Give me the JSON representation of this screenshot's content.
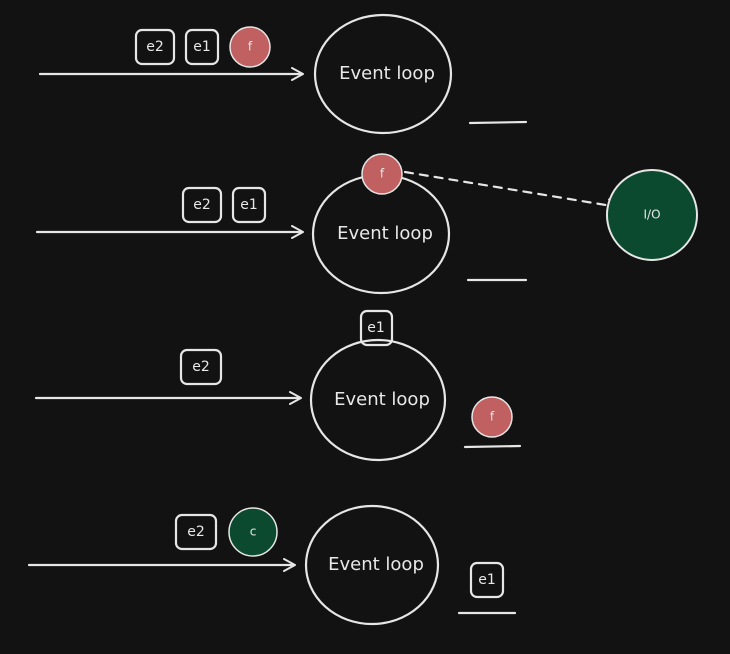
{
  "colors": {
    "background": "#121212",
    "stroke": "#e6e6e6",
    "function_fill": "#c06060",
    "io_fill": "#0b4a2e",
    "callback_fill": "#0b4a2e"
  },
  "rows": [
    {
      "loop_label": "Event loop",
      "queue": [
        {
          "kind": "box",
          "label": "e2"
        },
        {
          "kind": "box",
          "label": "e1"
        },
        {
          "kind": "circle",
          "label": "f",
          "color": "#c06060"
        }
      ]
    },
    {
      "loop_label": "Event loop",
      "queue": [
        {
          "kind": "box",
          "label": "e2"
        },
        {
          "kind": "box",
          "label": "e1"
        }
      ],
      "on_loop": {
        "kind": "circle",
        "label": "f",
        "color": "#c06060"
      },
      "io": {
        "label": "I/O",
        "color": "#0b4a2e"
      }
    },
    {
      "loop_label": "Event loop",
      "queue": [
        {
          "kind": "box",
          "label": "e2"
        }
      ],
      "on_loop": {
        "kind": "box",
        "label": "e1"
      },
      "output": {
        "kind": "circle",
        "label": "f",
        "color": "#c06060"
      }
    },
    {
      "loop_label": "Event loop",
      "queue": [
        {
          "kind": "box",
          "label": "e2"
        },
        {
          "kind": "circle",
          "label": "c",
          "color": "#0b4a2e"
        }
      ],
      "output": {
        "kind": "box",
        "label": "e1"
      }
    }
  ]
}
